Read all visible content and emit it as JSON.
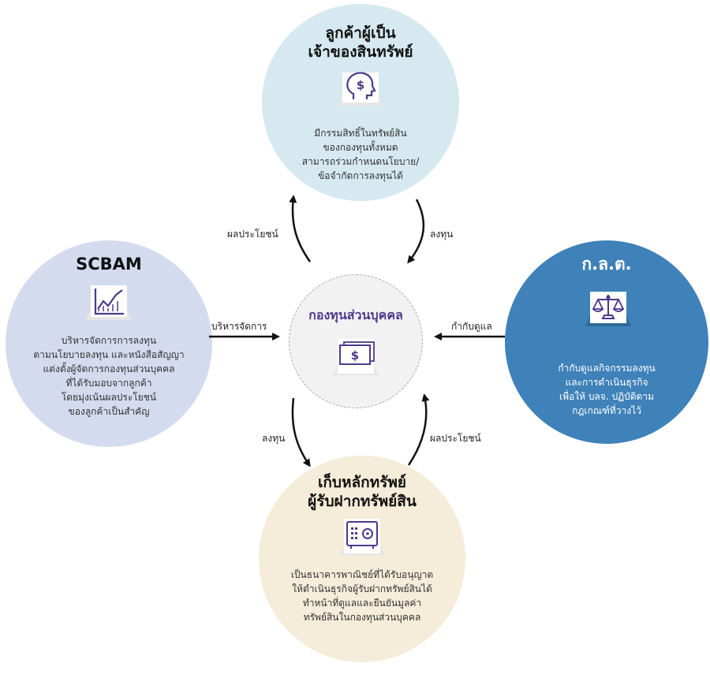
{
  "center": {
    "title": "กองทุนส่วนบุคคล",
    "icon": "money-stack-icon"
  },
  "top": {
    "title_line1": "ลูกค้าผู้เป็น",
    "title_line2": "เจ้าของสินทรัพย์",
    "icon": "head-dollar-icon",
    "desc": [
      "มีกรรมสิทธิ์ในทรัพย์สิน",
      "ของกองทุนทั้งหมด",
      "สามารถร่วมกำหนดนโยบาย/",
      "ข้อจำกัดการลงทุนได้"
    ]
  },
  "left": {
    "title": "SCBAM",
    "icon": "growth-chart-icon",
    "desc": [
      "บริหารจัดการการลงทุน",
      "ตามนโยบายลงทุน และหนังสือสัญญา",
      "แต่งตั้งผู้จัดการกองทุนส่วนบุคคล",
      "ที่ได้รับมอบจากลูกค้า",
      "โดยมุ่งเน้นผลประโยชน์",
      "ของลูกค้าเป็นสำคัญ"
    ]
  },
  "right": {
    "title": "ก.ล.ต.",
    "icon": "scales-icon",
    "desc": [
      "กำกับดูแลกิจกรรมลงทุน",
      "และการดำเนินธุรกิจ",
      "เพื่อให้ บลจ. ปฏิบัติตาม",
      "กฎเกณฑ์ที่วางไว้"
    ]
  },
  "bottom": {
    "title_line1": "เก็บหลักทรัพย์",
    "title_line2": "ผู้รับฝากทรัพย์สิน",
    "icon": "safe-icon",
    "desc": [
      "เป็นธนาคารพาณิชย์ที่ได้รับอนุญาต",
      "ให้ดำเนินธุรกิจผู้รับฝากทรัพย์สินได้",
      "ทำหน้าที่ดูแลและยืนยันมูลค่า",
      "ทรัพย์สินในกองทุนส่วนบุคคล"
    ]
  },
  "arrows": {
    "top_left": "ผลประโยชน์",
    "top_right": "ลงทุน",
    "left": "บริหารจัดการ",
    "right": "กำกับดูแล",
    "bottom_left": "ลงทุน",
    "bottom_right": "ผลประโยชน์"
  },
  "colors": {
    "top_circle": "#d6e9f1",
    "left_circle": "#d5dbef",
    "right_circle": "#3f82b9",
    "bottom_circle": "#f5ecd9",
    "accent_purple": "#4b3a8c"
  }
}
